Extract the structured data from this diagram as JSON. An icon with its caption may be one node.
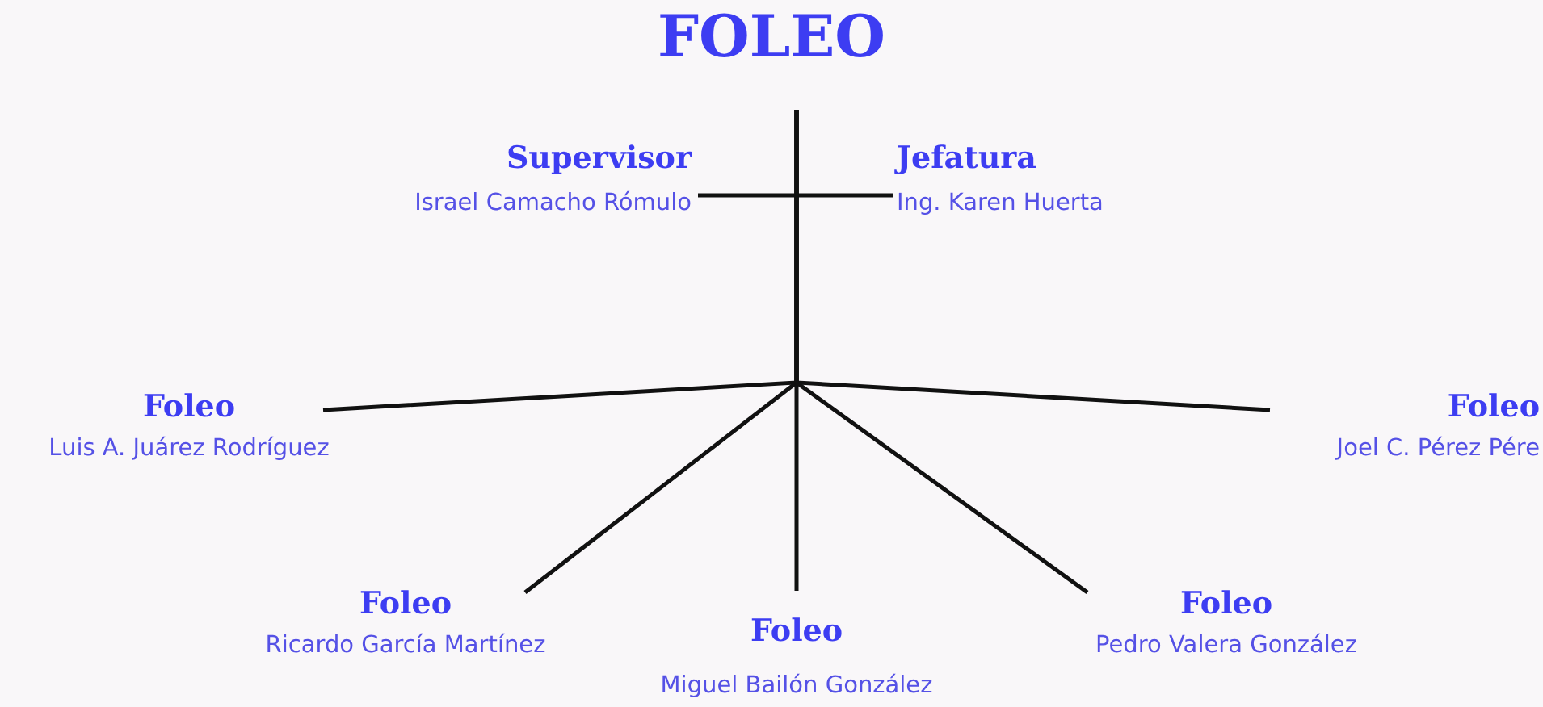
{
  "diagram": {
    "title": "FOLEO",
    "nodes": [
      {
        "text": [
          "Supervisor",
          "Israel Camacho Rómulo"
        ]
      },
      {
        "text": [
          "Jefatura",
          "Ing. Karen Huerta"
        ]
      },
      {
        "text": [
          "Foleo",
          "Luis A. Juárez Rodríguez"
        ]
      },
      {
        "text": [
          "Foleo",
          "Joel C. Pérez Pére"
        ]
      },
      {
        "text": [
          "Foleo",
          "Ricardo García Martínez"
        ]
      },
      {
        "text": [
          "Foleo",
          "Miguel Bailón González"
        ]
      },
      {
        "text": [
          "Foleo",
          "Pedro Valera González"
        ]
      }
    ],
    "edges": [
      {
        "from": 0,
        "to": 1,
        "arrow": "none"
      },
      {
        "from": null,
        "to": 2,
        "arrow": "none"
      },
      {
        "from": null,
        "to": 3,
        "arrow": "none"
      },
      {
        "from": null,
        "to": 4,
        "arrow": "none"
      },
      {
        "from": null,
        "to": 5,
        "arrow": "none"
      },
      {
        "from": null,
        "to": 6,
        "arrow": "none"
      }
    ]
  }
}
